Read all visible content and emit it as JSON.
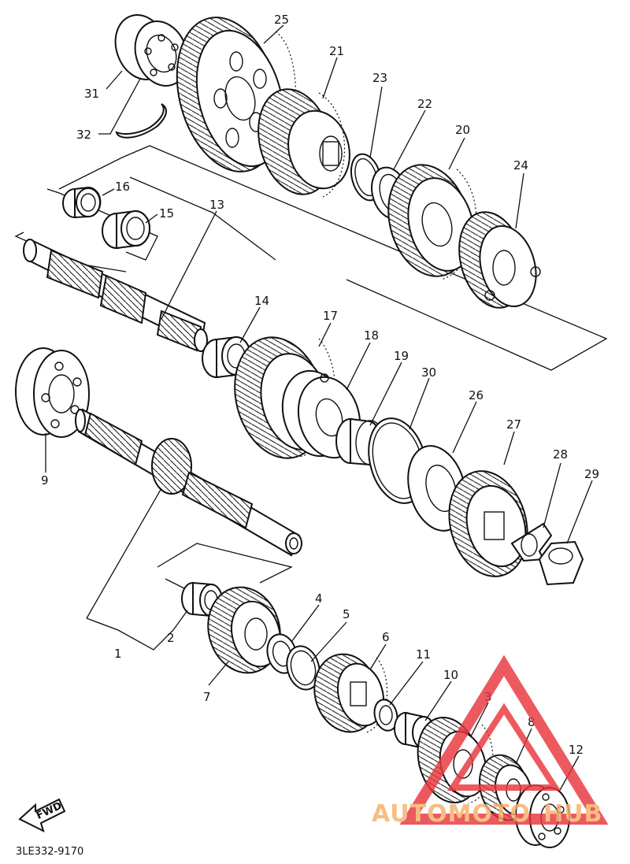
{
  "diagram_code": "3LE332-9170",
  "fwd_label": "FWD",
  "watermark": {
    "text_a": "AUTOMOTO",
    "text_b": "HUB",
    "color_red": "#e8363c",
    "color_orange": "#f5b06a"
  },
  "callouts": [
    "1",
    "2",
    "3",
    "4",
    "5",
    "6",
    "7",
    "8",
    "9",
    "10",
    "11",
    "12",
    "13",
    "14",
    "15",
    "16",
    "17",
    "18",
    "19",
    "20",
    "21",
    "22",
    "23",
    "24",
    "25",
    "26",
    "27",
    "28",
    "29",
    "30",
    "31",
    "32"
  ],
  "parts": [
    {
      "number": "1",
      "kind": "main-axle-assembly"
    },
    {
      "number": "9",
      "kind": "bearing"
    },
    {
      "number": "12",
      "kind": "bearing"
    },
    {
      "number": "13",
      "kind": "drive-axle-assembly"
    },
    {
      "number": "25",
      "kind": "gear"
    },
    {
      "number": "27",
      "kind": "sprocket"
    },
    {
      "number": "29",
      "kind": "nut"
    },
    {
      "number": "31",
      "kind": "bearing"
    },
    {
      "number": "32",
      "kind": "circlip"
    }
  ]
}
